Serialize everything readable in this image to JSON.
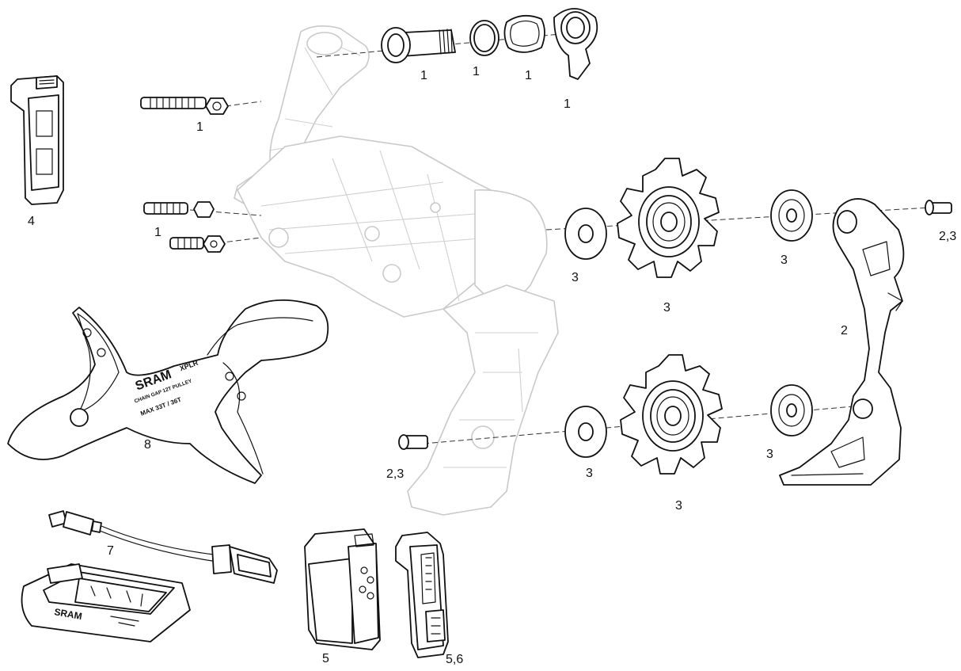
{
  "diagram": {
    "parts": [
      {
        "key": "b_bolt_kit",
        "label": "1"
      },
      {
        "key": "washer_ring",
        "label": "1"
      },
      {
        "key": "square_ring",
        "label": "1"
      },
      {
        "key": "b_knuckle",
        "label": "1"
      },
      {
        "key": "limit_screws",
        "label": "1"
      },
      {
        "key": "adjust_screws",
        "label": "1"
      },
      {
        "key": "battery_cover",
        "label": "4"
      },
      {
        "key": "upper_pulley_washer_left",
        "label": "3"
      },
      {
        "key": "upper_pulley",
        "label": "3"
      },
      {
        "key": "upper_pulley_washer_right",
        "label": "3"
      },
      {
        "key": "upper_pulley_bolt",
        "label": "2,3"
      },
      {
        "key": "cage",
        "label": "2"
      },
      {
        "key": "chain_gap_tool",
        "label": "8"
      },
      {
        "key": "lower_pulley_bolt",
        "label": "2,3"
      },
      {
        "key": "lower_pulley_washer_left",
        "label": "3"
      },
      {
        "key": "lower_pulley",
        "label": "3"
      },
      {
        "key": "lower_pulley_washer_right",
        "label": "3"
      },
      {
        "key": "usb_cable",
        "label": "7"
      },
      {
        "key": "battery",
        "label": "5"
      },
      {
        "key": "battery_clip",
        "label": "5,6"
      }
    ],
    "tool_text": {
      "brand": "SRAM",
      "model": "XPLR",
      "chain_gap": "CHAIN GAP 12T PULLEY",
      "max": "MAX 33T / 36T"
    },
    "charger_text": {
      "brand": "SRAM"
    }
  }
}
